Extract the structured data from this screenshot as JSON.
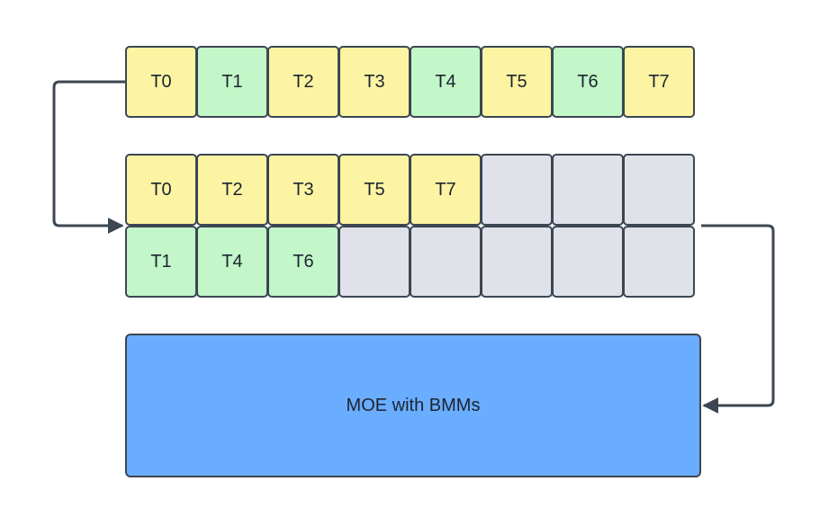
{
  "colors": {
    "yellow": "#fdf4a3",
    "green": "#c3f6c8",
    "empty": "#dfe2e8",
    "moe": "#6aadfe",
    "stroke": "#3c4652"
  },
  "input_row": [
    {
      "label": "T0",
      "color": "yellow"
    },
    {
      "label": "T1",
      "color": "green"
    },
    {
      "label": "T2",
      "color": "yellow"
    },
    {
      "label": "T3",
      "color": "yellow"
    },
    {
      "label": "T4",
      "color": "green"
    },
    {
      "label": "T5",
      "color": "yellow"
    },
    {
      "label": "T6",
      "color": "green"
    },
    {
      "label": "T7",
      "color": "yellow"
    }
  ],
  "grouped_yellow_row": [
    {
      "label": "T0",
      "color": "yellow"
    },
    {
      "label": "T2",
      "color": "yellow"
    },
    {
      "label": "T3",
      "color": "yellow"
    },
    {
      "label": "T5",
      "color": "yellow"
    },
    {
      "label": "T7",
      "color": "yellow"
    },
    {
      "label": "",
      "color": "empty"
    },
    {
      "label": "",
      "color": "empty"
    },
    {
      "label": "",
      "color": "empty"
    }
  ],
  "grouped_green_row": [
    {
      "label": "T1",
      "color": "green"
    },
    {
      "label": "T4",
      "color": "green"
    },
    {
      "label": "T6",
      "color": "green"
    },
    {
      "label": "",
      "color": "empty"
    },
    {
      "label": "",
      "color": "empty"
    },
    {
      "label": "",
      "color": "empty"
    },
    {
      "label": "",
      "color": "empty"
    },
    {
      "label": "",
      "color": "empty"
    }
  ],
  "moe_box": {
    "label": "MOE with BMMs"
  }
}
